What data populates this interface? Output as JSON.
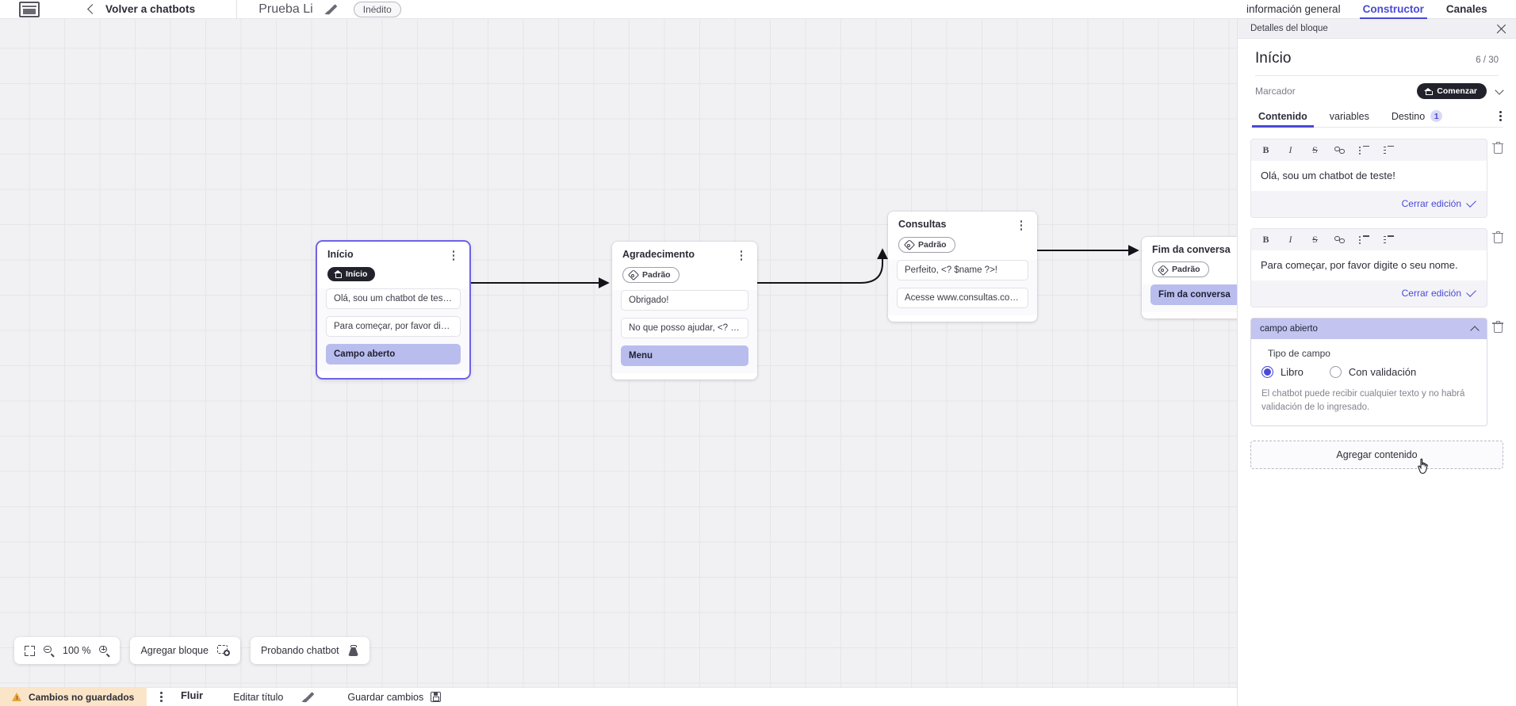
{
  "topbar": {
    "logo_icon": "app-logo-icon",
    "back_chevron_icon": "chevron-left-icon",
    "back_label": "Volver a chatbots",
    "doc_title": "Prueba Li",
    "edit_pencil_icon": "pencil-icon",
    "status_badge": "Inédito"
  },
  "right_tabs": [
    {
      "label": "información general",
      "active": false
    },
    {
      "label": "Constructor",
      "active": true
    },
    {
      "label": "Canales",
      "active": false
    }
  ],
  "canvas": {
    "nodes": [
      {
        "title": "Início",
        "tag": {
          "label": "Início",
          "style": "dark",
          "icon": "home-icon"
        },
        "messages": [
          {
            "text": "Olá, sou um chatbot de teste!",
            "accent": false
          },
          {
            "text": "Para começar, por favor digite o ...",
            "accent": false
          },
          {
            "text": "Campo aberto",
            "accent": true
          }
        ],
        "selected": true
      },
      {
        "title": "Agradecimento",
        "tag": {
          "label": "Padrão",
          "style": "light",
          "icon": "tag-icon"
        },
        "messages": [
          {
            "text": "Obrigado!",
            "accent": false
          },
          {
            "text": "No que posso ajudar, <? $name ...",
            "accent": false
          },
          {
            "text": "Menu",
            "accent": true
          }
        ],
        "selected": false
      },
      {
        "title": "Consultas",
        "tag": {
          "label": "Padrão",
          "style": "light",
          "icon": "tag-icon"
        },
        "messages": [
          {
            "text": "Perfeito, <? $name ?>!",
            "accent": false
          },
          {
            "text": "Acesse www.consultas.com par...",
            "accent": false
          }
        ],
        "selected": false
      },
      {
        "title": "Fim da conversa",
        "tag": {
          "label": "Padrão",
          "style": "light",
          "icon": "tag-icon"
        },
        "messages": [
          {
            "text": "Fim da conversa",
            "accent": true
          }
        ],
        "selected": false
      }
    ],
    "toolbar": {
      "fit_icon": "fit-screen-icon",
      "zoom_out_icon": "zoom-out-icon",
      "zoom_level": "100 %",
      "zoom_in_icon": "zoom-in-icon",
      "add_block_label": "Agregar bloque",
      "add_block_icon": "add-block-icon",
      "test_chatbot_label": "Probando chatbot",
      "test_chatbot_icon": "flask-icon"
    }
  },
  "statusbar": {
    "warning_icon": "warning-triangle-icon",
    "unsaved_label": "Cambios no guardados",
    "kebab_icon": "kebab-menu-icon",
    "flow_label": "Fluir",
    "edit_title_label": "Editar título",
    "edit_title_icon": "pencil-icon",
    "save_label": "Guardar cambios",
    "save_icon": "floppy-disk-icon"
  },
  "panel": {
    "header_title": "Detalles del bloque",
    "close_icon": "close-icon",
    "block_title": "Início",
    "char_count": "6 / 30",
    "marker_label": "Marcador",
    "marker_pill": "Comenzar",
    "marker_pill_icon": "home-icon",
    "marker_chevron_icon": "chevron-down-icon",
    "tabs": [
      {
        "label": "Contenido",
        "active": true
      },
      {
        "label": "variables",
        "active": false
      },
      {
        "label": "Destino",
        "active": false,
        "badge": "1"
      }
    ],
    "tabs_kebab_icon": "kebab-menu-icon",
    "editor_toolbar": {
      "bold": "B",
      "italic": "I",
      "strike": "S",
      "link_icon": "link-icon",
      "bullet_list_icon": "bullet-list-icon",
      "numbered_list_icon": "numbered-list-icon"
    },
    "content_blocks": [
      {
        "text": "Olá, sou um chatbot de teste!",
        "close_edit_label": "Cerrar edición",
        "check_icon": "check-icon",
        "delete_icon": "trash-icon"
      },
      {
        "text": "Para começar, por favor digite o seu nome.",
        "close_edit_label": "Cerrar edición",
        "check_icon": "check-icon",
        "delete_icon": "trash-icon"
      }
    ],
    "field_block": {
      "head_label": "campo abierto",
      "collapse_icon": "chevron-up-icon",
      "delete_icon": "trash-icon",
      "sub_label": "Tipo de campo",
      "options": [
        {
          "label": "Libro",
          "selected": true
        },
        {
          "label": "Con validación",
          "selected": false
        }
      ],
      "hint": "El chatbot puede recibir cualquier texto y no habrá validación de lo ingresado."
    },
    "add_content_label": "Agregar contenido"
  },
  "colors": {
    "accent": "#4a49d6",
    "node_accent_fill": "#b9bdee",
    "selected_border": "#6e63e6",
    "warning_bg": "#fbe5c8",
    "field_head": "#c3c4ef",
    "canvas_bg": "#f1f1f4"
  }
}
